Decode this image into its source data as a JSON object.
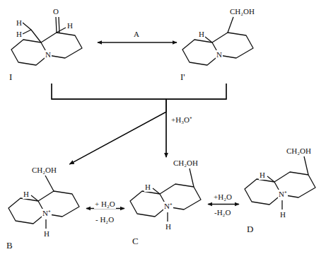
{
  "diagram": {
    "nodes": [
      {
        "text": [
          "O",
          "H",
          "H",
          "H",
          "N",
          "I"
        ]
      },
      {
        "text": [
          "CH₂OH",
          "H",
          "N",
          "I'"
        ]
      },
      {
        "text": [
          "CH₂OH",
          "H",
          "N⁺",
          "H",
          "B"
        ]
      },
      {
        "text": [
          "CH₂OH",
          "H",
          "N⁺",
          "H",
          "C"
        ]
      },
      {
        "text": [
          "CH₂OH",
          "H",
          "N⁺",
          "H",
          "D"
        ]
      }
    ],
    "edges": [
      {
        "from": 0,
        "to": 1,
        "arrow": "both",
        "label": "A"
      },
      {
        "from": 0,
        "to": 2,
        "arrow": "to"
      },
      {
        "from": 0,
        "to": 3,
        "arrow": "to",
        "label": "+H₃O⁺"
      },
      {
        "from": 1,
        "to": 2,
        "arrow": "to"
      },
      {
        "from": 1,
        "to": 3,
        "arrow": "to"
      },
      {
        "from": 2,
        "to": 3,
        "arrow": "both",
        "label": "+ H₂O"
      },
      {
        "from": 3,
        "to": 4,
        "arrow": "both",
        "label": "+H₂O"
      }
    ],
    "labels": [
      "- H₂O",
      "-H₂O"
    ]
  }
}
